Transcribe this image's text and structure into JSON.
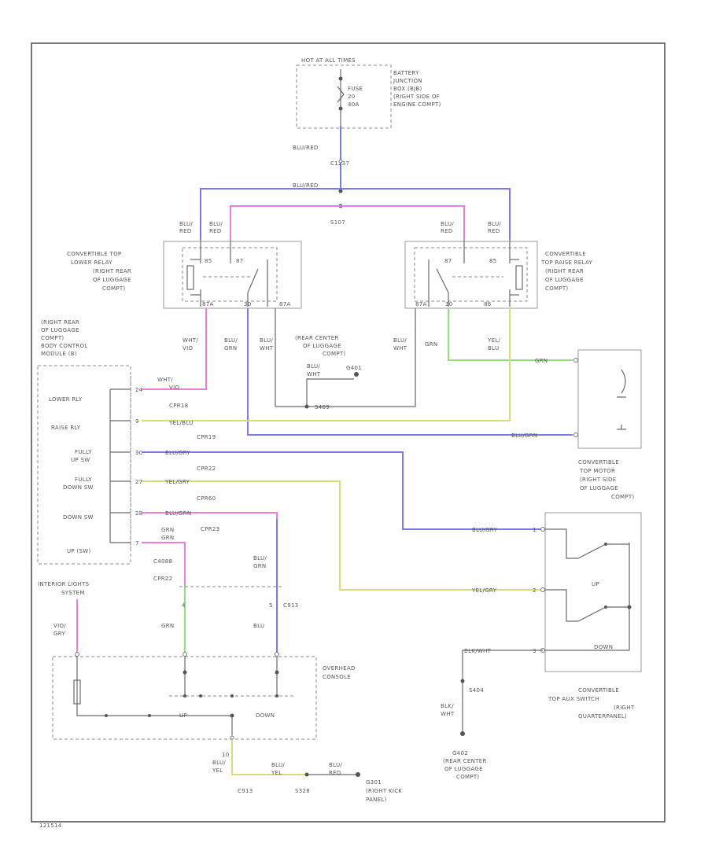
{
  "colors": {
    "blu_red": "#7b7be8",
    "pnk": "#e87fd8",
    "yel": "#d7dc7c",
    "grn": "#8ee27a",
    "line": "#555555"
  },
  "labels": {
    "hot_at_all_times": "HOT AT ALL TIMES",
    "fuse": "FUSE",
    "fuse_num": "20",
    "fuse_amp": "40A",
    "bjb_1": "BATTERY",
    "bjb_2": "JUNCTION",
    "bjb_3": "BOX (BJB)",
    "bjb_4": "(RIGHT SIDE OF",
    "bjb_5": "ENGINE COMPT)",
    "w_blu_red_1": "BLU/RED",
    "c_top": "C1237",
    "w_blu_red_2": "BLU/RED",
    "s_top": "S107",
    "lower_relay_1": "CONVERTIBLE TOP",
    "lower_relay_2": "LOWER RELAY",
    "lower_relay_3": "(RIGHT REAR",
    "lower_relay_4": "OF LUGGAGE",
    "lower_relay_5": "COMPT)",
    "raise_relay_1": "CONVERTIBLE",
    "raise_relay_2": "TOP RAISE RELAY",
    "raise_relay_3": "(RIGHT REAR",
    "raise_relay_4": "OF LUGGAGE",
    "raise_relay_5": "COMPT)",
    "w_blu_red_l1": "BLU/",
    "w_blu_red_l2": "RED",
    "w_blu_red_m1": "BLU/",
    "w_blu_red_m2": "RED",
    "w_blu_red_r1": "BLU/",
    "w_blu_red_r2": "RED",
    "w_blu_red_rr1": "BLU/",
    "w_blu_red_rr2": "RED",
    "pin_85": "85",
    "pin_87": "87",
    "pin_86": "86",
    "pin_87_r": "87",
    "pin_85_r": "85",
    "pin_87a_l": "87A",
    "pin_30_l": "30",
    "pin_87a_l2": "87A",
    "pin_87a_r": "87A",
    "pin_30_r": "30",
    "pin_86_r": "86",
    "bcm_1": "(RIGHT REAR",
    "bcm_2": "OF LUGGAGE",
    "bcm_3": "COMPT)",
    "bcm_4": "BODY CONTROL",
    "bcm_5": "MODULE (B)",
    "w_wht_vio_1": "WHT/",
    "w_wht_vio_2": "VIO",
    "w_blu_grn_1": "BLU/",
    "w_blu_grn_2": "GRN",
    "w_blu_wht_1": "BLU/",
    "w_blu_wht_2": "WHT",
    "ground_rear_1": "(REAR CENTER",
    "ground_rear_2": "OF LUGGAGE",
    "ground_rear_3": "COMPT)",
    "w_blu_wht_3": "BLU/",
    "w_blu_wht_4": "WHT",
    "g_top": "G401",
    "w_blu_wht_r1": "BLU/",
    "w_blu_wht_r2": "WHT",
    "w_grn": "GRN",
    "w_yel_blu_1": "YEL/",
    "w_yel_blu_2": "BLU",
    "s_mid": "S409",
    "w_grn_r": "GRN",
    "lower_rly": "LOWER RLY",
    "raise_rly": "RAISE RLY",
    "fully_up_1": "FULLY",
    "fully_up_2": "UP SW",
    "fully_down_1": "FULLY",
    "fully_down_2": "DOWN SW",
    "down_sw": "DOWN SW",
    "up_sw": "UP (SW)",
    "pin_24": "24",
    "pin_9": "9",
    "pin_30": "30",
    "pin_27": "27",
    "pin_28": "28",
    "pin_7": "7",
    "w_wht_vio_s1": "WHT/",
    "w_wht_vio_s2": "VIO",
    "c_pr1": "CPR18",
    "w_yel_blu": "YEL/BLU",
    "c_pr2": "CPR19",
    "w_blu_grn": "BLU/GRY",
    "c_pr3": "CPR22",
    "w_yel_gry": "YEL/GRY",
    "c_pr4": "CPR60",
    "w_blu_pnk": "BLU/GRN",
    "c_pr5": "CPR23",
    "w_grn_s1": "GRN",
    "w_grn_s2": "GRN",
    "c_4088": "C4088",
    "c_pr6": "CPR22",
    "w_blu_r_1": "BLU/",
    "w_blu_r_2": "GRN",
    "motor_w": "BLU/GRN",
    "motor_1": "CONVERTIBLE",
    "motor_2": "TOP MOTOR",
    "motor_3": "(RIGHT SIDE",
    "motor_4": "OF LUGGAGE",
    "motor_5": "COMPT)",
    "w_blu_gry": "BLU/GRY",
    "w_yel_gry_r": "YEL/GRY",
    "up": "UP",
    "down": "DOWN",
    "pin_1": "1",
    "pin_2": "2",
    "pin_3": "3",
    "pin_c1": "4",
    "pin_c2": "5",
    "c_913": "C913",
    "int_lights_1": "INTERIOR LIGHTS",
    "int_lights_2": "SYSTEM",
    "w_vio_gry_1": "VIO/",
    "w_vio_gry_2": "GRY",
    "w_grn_mid": "GRN",
    "w_blu_mid": "BLU",
    "overhead_1": "OVERHEAD",
    "overhead_2": "CONSOLE",
    "up_oh": "UP",
    "down_oh": "DOWN",
    "w_blk_wht": "BLK/WHT",
    "s_404": "S404",
    "w_blk_wht_b1": "BLK/",
    "w_blk_wht_b2": "WHT",
    "aux_1": "CONVERTIBLE",
    "aux_2": "TOP AUX SWITCH",
    "aux_3": "(RIGHT",
    "aux_4": "QUARTERPANEL)",
    "g_402": "G402",
    "g_402_1": "(REAR CENTER",
    "g_402_2": "OF LUGGAGE",
    "g_402_3": "COMPT)",
    "pin_10": "10",
    "w_blu_yel_1": "BLU/",
    "w_blu_yel_2": "YEL",
    "w_blu_yel_3": "BLU/",
    "w_blu_yel_4": "YEL",
    "w_blu_red_b1": "BLU/",
    "w_blu_red_b2": "RED",
    "c_913b": "C913",
    "s_328": "S328",
    "g_301": "G301",
    "g_301_1": "(RIGHT KICK",
    "g_301_2": "PANEL)",
    "footer_code": "121514"
  }
}
